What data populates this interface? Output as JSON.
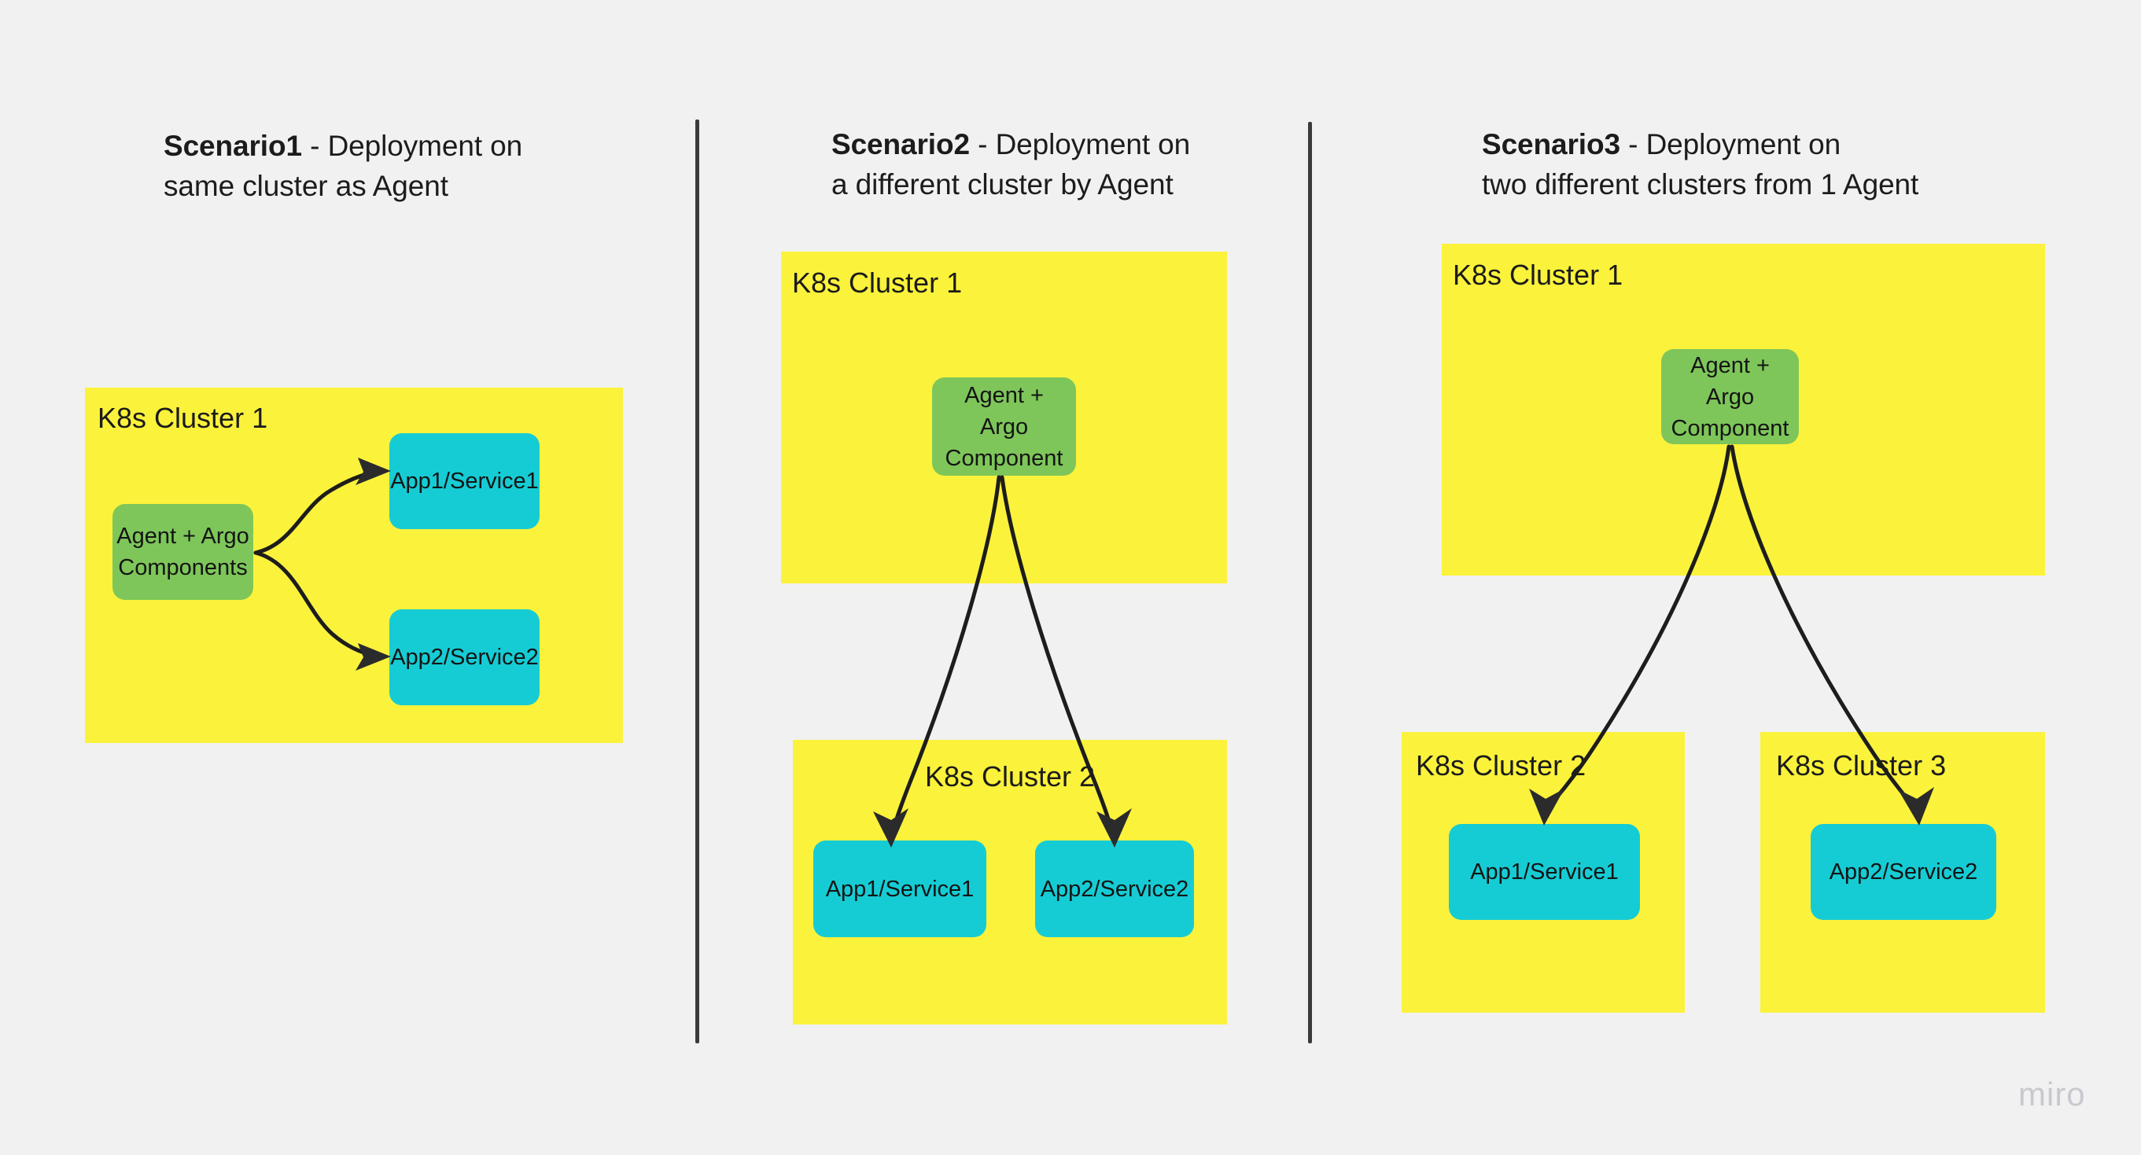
{
  "background_color": "#f1f1f1",
  "colors": {
    "cluster_yellow": "#fbf23c",
    "agent_green": "#7ec65a",
    "app_cyan": "#16ccd4",
    "text_dark": "#1a1a1a",
    "divider_gray": "#3a3a3c",
    "watermark_gray": "#c8c8d0"
  },
  "scenarios": [
    {
      "id": "scenario1",
      "title_bold": "Scenario1",
      "title_rest": " - Deployment on\nsame cluster as Agent",
      "clusters": [
        {
          "label": "K8s Cluster 1"
        }
      ],
      "nodes": [
        {
          "label": "Agent + Argo\nComponents",
          "kind": "agent"
        },
        {
          "label": "App1/Service1",
          "kind": "app"
        },
        {
          "label": "App2/Service2",
          "kind": "app"
        }
      ]
    },
    {
      "id": "scenario2",
      "title_bold": "Scenario2",
      "title_rest": " - Deployment on\na different cluster by Agent",
      "clusters": [
        {
          "label": "K8s Cluster 1"
        },
        {
          "label": "K8s Cluster 2"
        }
      ],
      "nodes": [
        {
          "label": "Agent +\nArgo\nComponent",
          "kind": "agent"
        },
        {
          "label": "App1/Service1",
          "kind": "app"
        },
        {
          "label": "App2/Service2",
          "kind": "app"
        }
      ]
    },
    {
      "id": "scenario3",
      "title_bold": "Scenario3",
      "title_rest": " - Deployment on\ntwo different clusters from 1 Agent",
      "clusters": [
        {
          "label": "K8s Cluster 1"
        },
        {
          "label": "K8s Cluster 2"
        },
        {
          "label": "K8s Cluster 3"
        }
      ],
      "nodes": [
        {
          "label": "Agent +\nArgo\nComponent",
          "kind": "agent"
        },
        {
          "label": "App1/Service1",
          "kind": "app"
        },
        {
          "label": "App2/Service2",
          "kind": "app"
        }
      ]
    }
  ],
  "watermark": "miro"
}
